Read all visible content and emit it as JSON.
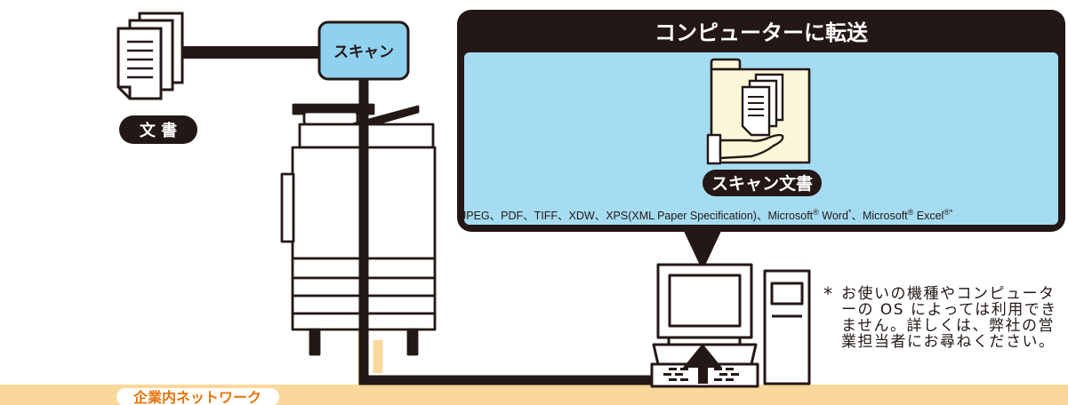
{
  "labels": {
    "scan": "スキャン",
    "document": "文 書",
    "transfer_title": "コンピューターに転送",
    "scanned_document": "スキャン文書",
    "network": "企業内ネットワーク"
  },
  "formats": {
    "part1": "JPEG、PDF、TIFF、XDW、XPS(XML Paper Specification)、Microsoft",
    "reg1": "®",
    "part2": " Word",
    "ast1": "*",
    "part3": "、Microsoft",
    "reg2": "®",
    "part4": " Excel",
    "reg3": "®",
    "ast2": "*"
  },
  "note": {
    "mark": "*",
    "text": "お使いの機種やコンピューターの OS によっては利用できません。詳しくは、弊社の営業担当者にお尋ねください。"
  },
  "colors": {
    "network_band": "#fad89b",
    "panel_fill": "#a6dcf2",
    "dark": "#231815",
    "cream": "#fdf6d8",
    "scan_box": "#8fd1ef"
  }
}
